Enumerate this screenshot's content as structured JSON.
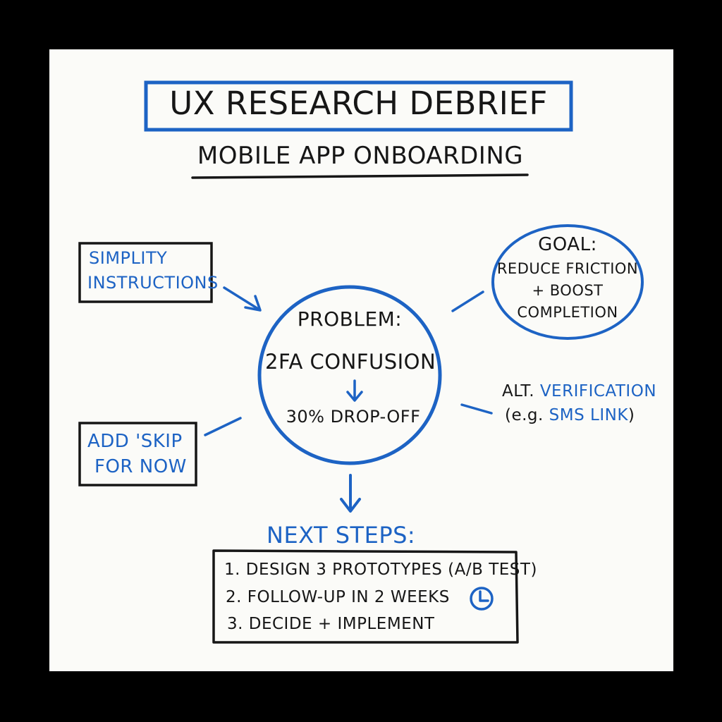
{
  "title": "UX RESEARCH DEBRIEF",
  "subtitle": "MOBILE APP ONBOARDING",
  "problem": {
    "label": "PROBLEM:",
    "issue": "2FA CONFUSION",
    "impact": "30% DROP-OFF"
  },
  "goal": {
    "label": "GOAL:",
    "text_lines": [
      "REDUCE FRICTION",
      "+ BOOST",
      "COMPLETION"
    ]
  },
  "ideas": {
    "simplify_lines": [
      "SIMPLITY",
      "INSTRUCTIONS"
    ],
    "skip_lines": [
      "ADD 'SKIP",
      "FOR NOW"
    ],
    "alt_line1_prefix": "ALT.",
    "alt_line1_highlight": "VERIFICATION",
    "alt_line2_prefix": "(e.g.",
    "alt_line2_highlight": "SMS LINK",
    "alt_line2_suffix": ")"
  },
  "next_steps": {
    "label": "NEXT STEPS:",
    "items": [
      "1. DESIGN 3 PROTOTYPES (A/B TEST)",
      "2. FOLLOW-UP IN 2 WEEKS",
      "3. DECIDE + IMPLEMENT"
    ]
  },
  "colors": {
    "accent": "#1d63c4",
    "ink": "#161616",
    "paper": "#fbfbf8",
    "frame": "#000000"
  },
  "icons": [
    "clock-icon",
    "arrow-icon"
  ]
}
